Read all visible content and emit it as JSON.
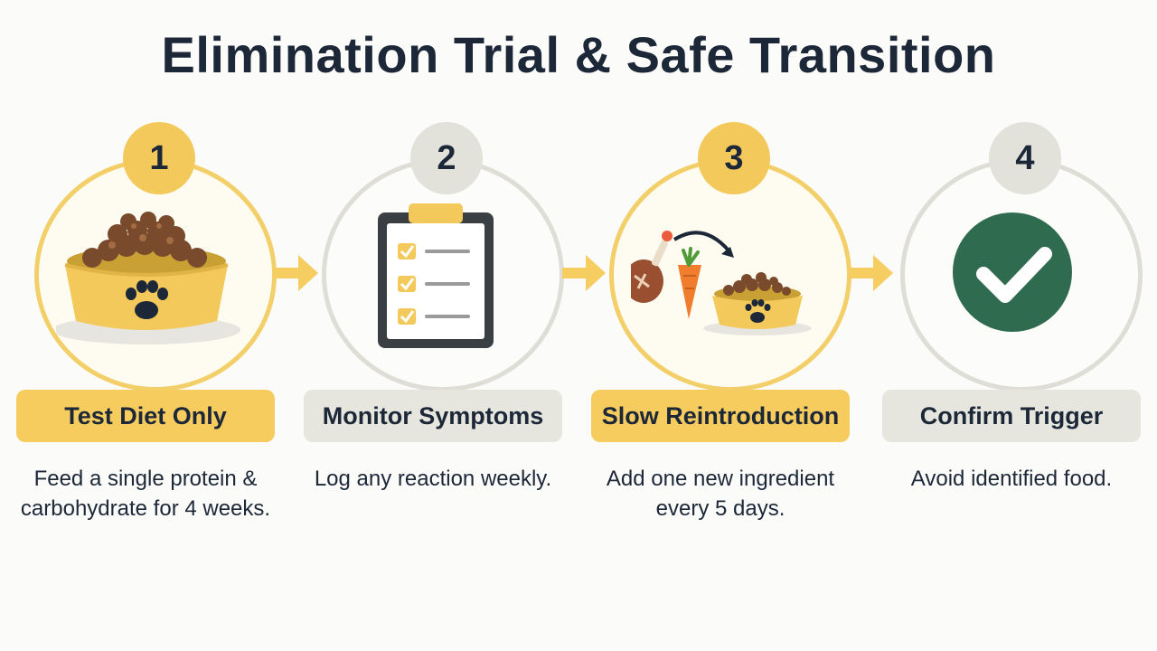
{
  "title": "Elimination Trial & Safe Transition",
  "steps": [
    {
      "number": "1",
      "label": "Test Diet Only",
      "description": "Feed a single protein & carbohydrate for 4 weeks.",
      "icon": "food-bowl-icon"
    },
    {
      "number": "2",
      "label": "Monitor Symptoms",
      "description": "Log any reaction weekly.",
      "icon": "clipboard-checklist-icon"
    },
    {
      "number": "3",
      "label": "Slow Reintroduction",
      "description": "Add one new ingredient every 5 days.",
      "icon": "new-ingredient-to-bowl-icon"
    },
    {
      "number": "4",
      "label": "Confirm Trigger",
      "description": "Avoid identified food.",
      "icon": "checkmark-icon"
    }
  ],
  "colors": {
    "accent_yellow": "#f3c95b",
    "neutral_gray": "#e2e1da",
    "text_dark": "#1c2738",
    "check_green": "#2f6b4f"
  }
}
